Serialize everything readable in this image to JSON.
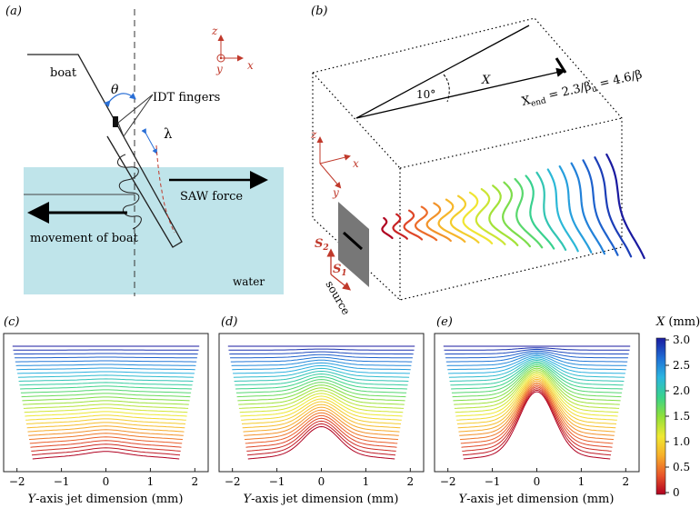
{
  "panels": {
    "a": {
      "label": "(a)",
      "boat": "boat",
      "theta": "θ",
      "idt": "IDT fingers",
      "lambda": "λ",
      "saw_force": "SAW force",
      "movement": "movement of boat",
      "water": "water",
      "axis_z": "z",
      "axis_y": "y",
      "axis_x": "x"
    },
    "b": {
      "label": "(b)",
      "angle": "10°",
      "X": "X",
      "xend_prefix": "X",
      "xend_sub": "end",
      "xend_mid": " = 2.3/β",
      "xend_sub2": "u",
      "xend_suffix": " = 4.6/β",
      "axis_z": "z",
      "axis_x": "x",
      "axis_y": "y",
      "s2": "S",
      "s2_sub": "2",
      "s1": "S",
      "s1_sub": "1",
      "source": "source"
    },
    "c": {
      "label": "(c)"
    },
    "d": {
      "label": "(d)"
    },
    "e": {
      "label": "(e)"
    }
  },
  "bottom_axis": {
    "xlabel": "Y-axis jet dimension (mm)",
    "ticks": [
      "−2",
      "−1",
      "0",
      "1",
      "2"
    ]
  },
  "colorbar": {
    "title": "X (mm)",
    "ticks": [
      "3.0",
      "2.5",
      "2.0",
      "1.5",
      "1.0",
      "0.5",
      "0"
    ],
    "colors": [
      "#1a1aa0",
      "#1f6fd6",
      "#2bb5e0",
      "#39d38a",
      "#8fe03a",
      "#f0e832",
      "#f7b02a",
      "#e8542a",
      "#b00020"
    ]
  },
  "chart_data": [
    {
      "type": "line",
      "panel": "(c)",
      "xlabel": "Y-axis jet dimension (mm)",
      "xlim": [
        -2.3,
        2.3
      ],
      "ylim": [
        0,
        3
      ],
      "lines": 30,
      "bump": 0.06
    },
    {
      "type": "line",
      "panel": "(d)",
      "xlabel": "Y-axis jet dimension (mm)",
      "xlim": [
        -2.3,
        2.3
      ],
      "ylim": [
        0,
        3
      ],
      "lines": 30,
      "bump": 0.45
    },
    {
      "type": "line",
      "panel": "(e)",
      "xlabel": "Y-axis jet dimension (mm)",
      "xlim": [
        -2.3,
        2.3
      ],
      "ylim": [
        0,
        3
      ],
      "lines": 30,
      "bump": 1.0
    }
  ]
}
